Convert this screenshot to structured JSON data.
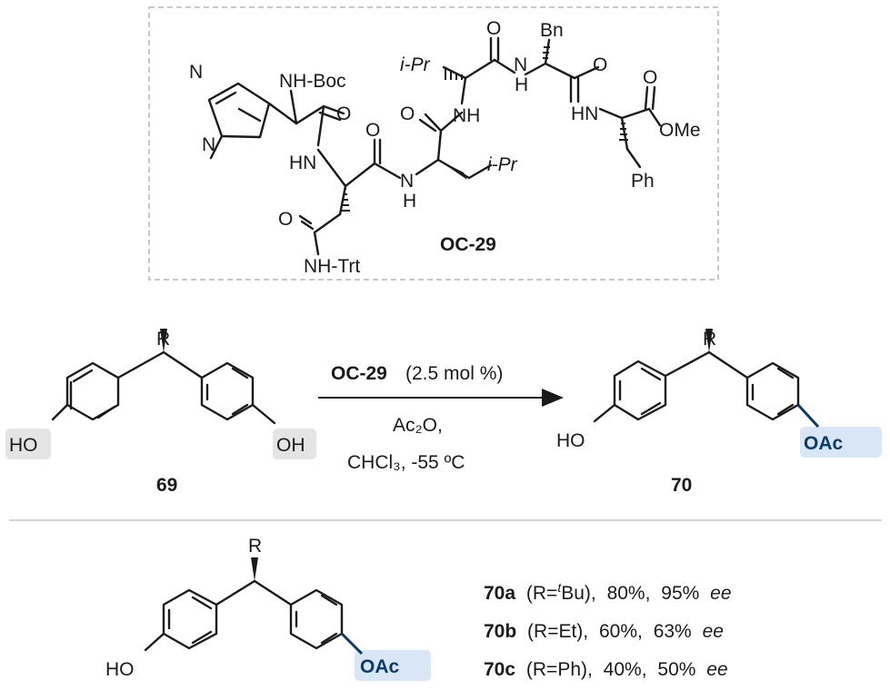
{
  "catalyst": {
    "name": "OC-29",
    "labels": {
      "imidazole_n": "N",
      "imidazole_nme": "N",
      "nhboc": "NH-Boc",
      "hn_left": "HN",
      "o_left_carbonyl": "O",
      "o_asn_carbonyl": "O",
      "o_side_chain": "O",
      "nh_trt": "NH-Trt",
      "n_mid": "N",
      "h_mid": "H",
      "o_mid": "O",
      "nh_upper": "NH",
      "ipr_upper": "i-Pr",
      "o_top": "O",
      "n_top": "N",
      "h_top": "H",
      "bn": "Bn",
      "o_top_right": "O",
      "hn_right": "HN",
      "o_ester": "O",
      "ome": "OMe",
      "ipr_lower": "i-Pr",
      "ph": "Ph"
    }
  },
  "reaction": {
    "substrate": {
      "compound": "69",
      "r": "R",
      "oh_left": "HO",
      "oh_right": "OH"
    },
    "product": {
      "compound": "70",
      "r": "R",
      "ho": "HO",
      "oac": "OAc"
    },
    "conditions": {
      "catalyst": "OC-29",
      "loading": "(2.5 mol %)",
      "reagent": "Ac₂O,",
      "solvent_temp": "CHCl₃, -55 ºC"
    }
  },
  "results_structure": {
    "r": "R",
    "ho": "HO",
    "oac": "OAc"
  },
  "results": [
    {
      "compound": "70a",
      "r_prefix": "(R=",
      "r_sup": "t",
      "r_group": "Bu),",
      "yield": "80%,",
      "ee_value": "95%",
      "ee_label": "ee"
    },
    {
      "compound": "70b",
      "r_prefix": "(R=Et),",
      "r_sup": "",
      "r_group": "",
      "yield": "60%,",
      "ee_value": "63%",
      "ee_label": "ee"
    },
    {
      "compound": "70c",
      "r_prefix": "(R=Ph),",
      "r_sup": "",
      "r_group": "",
      "yield": "40%,",
      "ee_value": "50%",
      "ee_label": "ee"
    }
  ],
  "colors": {
    "accent": "#0b3a6e",
    "highlight_blue": "#d9e6f5",
    "highlight_grey": "#e4e4e4",
    "frame": "#b5b5b5",
    "divider": "#c8c8c8"
  }
}
